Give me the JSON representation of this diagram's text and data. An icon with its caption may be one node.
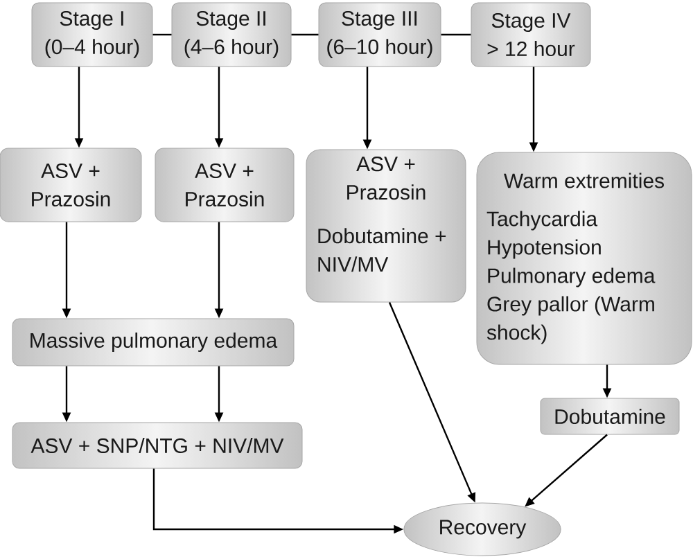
{
  "diagram": {
    "nodes": [
      {
        "text": [
          "Stage I (0–4 hour)"
        ]
      },
      {
        "text": [
          "Stage II (4–6 hour)"
        ]
      },
      {
        "text": [
          "Stage III (6–10 hour)"
        ]
      },
      {
        "text": [
          "Stage IV > 12 hour"
        ]
      },
      {
        "text": [
          "ASV + Prazosin"
        ]
      },
      {
        "text": [
          "ASV + Prazosin"
        ]
      },
      {
        "text": [
          "ASV + Prazosin",
          "Dobutamine + NIV/MV"
        ]
      },
      {
        "text": [
          "Warm extremities",
          "Tachycardia",
          "Hypotension",
          "Pulmonary edema",
          "Grey pallor (Warm shock)"
        ]
      },
      {
        "text": [
          "Massive pulmonary edema"
        ]
      },
      {
        "text": [
          "ASV + SNP/NTG + NIV/MV"
        ]
      },
      {
        "text": [
          "Dobutamine"
        ]
      },
      {
        "text": [
          "Recovery"
        ]
      }
    ],
    "edges": [
      {
        "from": 0,
        "to": 1,
        "arrow": "none"
      },
      {
        "from": 1,
        "to": 2,
        "arrow": "none"
      },
      {
        "from": 2,
        "to": 3,
        "arrow": "none"
      },
      {
        "from": 0,
        "to": 4,
        "arrow": "to"
      },
      {
        "from": 1,
        "to": 5,
        "arrow": "to"
      },
      {
        "from": 2,
        "to": 6,
        "arrow": "to"
      },
      {
        "from": 3,
        "to": 7,
        "arrow": "to"
      },
      {
        "from": 4,
        "to": 8,
        "arrow": "to"
      },
      {
        "from": 5,
        "to": 8,
        "arrow": "to"
      },
      {
        "from": 8,
        "to": 9,
        "arrow": "to"
      },
      {
        "from": 8,
        "to": 9,
        "arrow": "to"
      },
      {
        "from": 9,
        "to": 11,
        "arrow": "to"
      },
      {
        "from": 6,
        "to": 11,
        "arrow": "to"
      },
      {
        "from": 7,
        "to": 10,
        "arrow": "to"
      },
      {
        "from": 10,
        "to": 11,
        "arrow": "to"
      }
    ]
  }
}
